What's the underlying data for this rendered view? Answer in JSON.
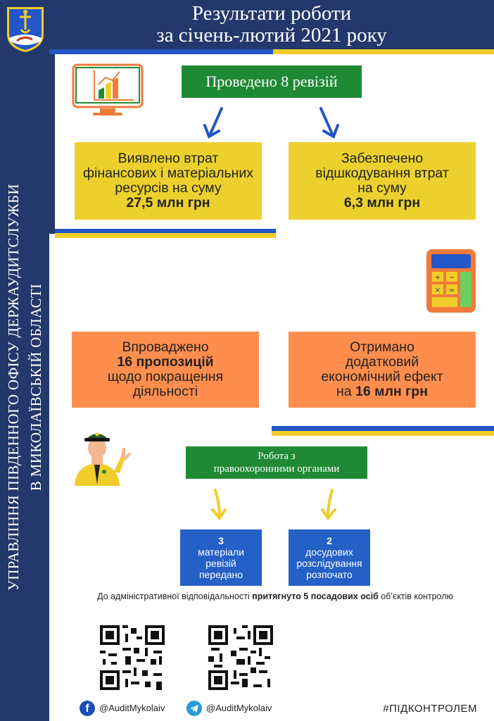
{
  "header": {
    "title_line1": "Результати роботи",
    "title_line2": "за січень-лютий 2021 року"
  },
  "sidebar": {
    "line1": "УПРАВЛІННЯ ПІВДЕННОГО ОФІСУ ДЕРЖАУДИТСЛУЖБИ",
    "line2": "В МИКОЛАЇВСЬКІЙ ОБЛАСТІ"
  },
  "revisions": {
    "label": "Проведено 8 ревізій"
  },
  "losses": {
    "l1": "Виявлено втрат",
    "l2": "фінансових і матеріальних",
    "l3": "ресурсів на суму",
    "amount": "27,5 млн грн"
  },
  "compensation": {
    "l1": "Забезпечено",
    "l2": "відшкодування втрат",
    "l3": "на суму",
    "amount": "6,3 млн грн"
  },
  "proposals": {
    "l1": "Впроваджено",
    "bold": "16 пропозицій",
    "l3": "щодо покращення",
    "l4": "діяльності"
  },
  "effect": {
    "l1": "Отримано",
    "l2": "додатковий",
    "l3": "економічний ефект",
    "prefix": "на ",
    "amount": "16 млн грн"
  },
  "law": {
    "line1": "Робота з",
    "line2": "правоохоронними органами"
  },
  "materials": {
    "num": "3",
    "l1": "матеріали",
    "l2": "ревізій",
    "l3": "передано"
  },
  "investigations": {
    "num": "2",
    "l1": "досудових",
    "l2": "розслідування",
    "l3": "розпочато"
  },
  "note": {
    "prefix": "До адміністративної відповідальності ",
    "bold": "притягнуто 5 посадових осіб",
    "suffix": " об'єктів контролю"
  },
  "social": {
    "facebook": "@AuditMykolaiv",
    "telegram": "@AuditMykolaiv",
    "hashtag": "#ПІДКОНТРОЛЕМ"
  },
  "colors": {
    "navy": "#23386b",
    "green": "#1f8a35",
    "yellow": "#ecd12e",
    "orange": "#ff8e4e",
    "blue": "#2460c5"
  }
}
